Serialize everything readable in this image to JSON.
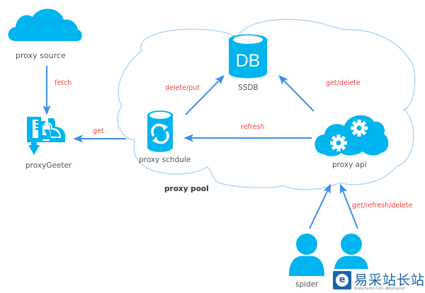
{
  "nodes": {
    "proxy_source": "proxy source",
    "proxy_geeter": "proxyGeeter",
    "ssdb": "SSDB",
    "ssdb_icon_text": "DB",
    "proxy_schdule": "proxy schdule",
    "proxy_api": "proxy api",
    "spider": "spider",
    "pool": "proxy pool"
  },
  "edges": {
    "fetch": "fetch",
    "get": "get",
    "delete_put": "delete/put",
    "get_delete": "get/delete",
    "refresh": "refresh",
    "get_refresh_delete": "get/refresh/delete"
  },
  "watermark": {
    "logo_glyph": "e",
    "text": "易采站长站",
    "sub": "Www.Easck.Com Webmaster"
  },
  "colors": {
    "icon": "#00b4ef",
    "arrow": "#3d8fea",
    "cloud_outline": "#a9d2f5",
    "edge_label": "#ff3b3b"
  }
}
